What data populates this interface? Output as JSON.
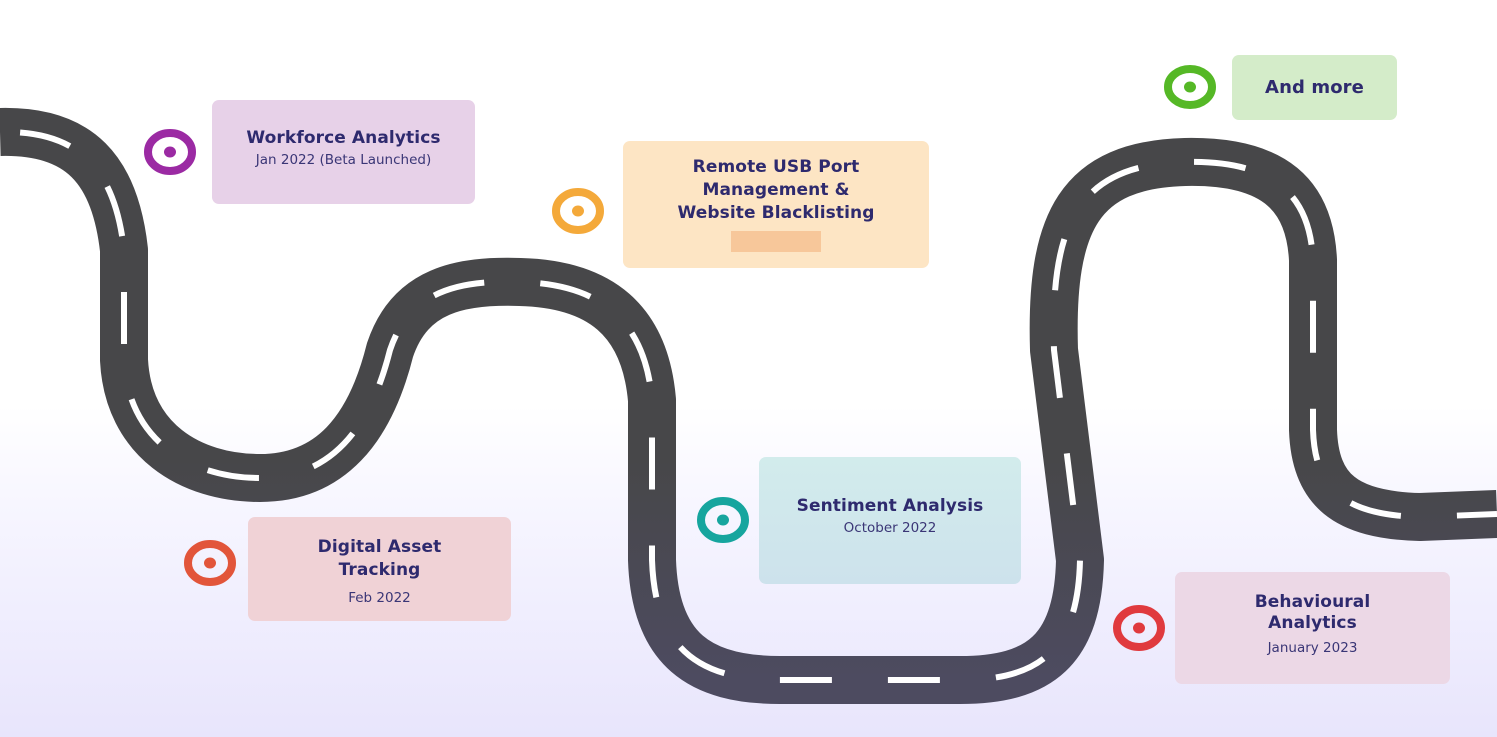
{
  "roadmap": {
    "colors": {
      "road": "#474749",
      "road_lower": "#4b4a5e",
      "lane_marking": "#ffffff",
      "text": "#2e2a6e"
    },
    "milestones": [
      {
        "id": "workforce",
        "title": "Workforce Analytics",
        "date": "Jan 2022 (Beta Launched)",
        "marker_color": "#9b2aa3",
        "card_color": "#e7d1e8",
        "icon": "target-icon"
      },
      {
        "id": "digital",
        "title": "Digital Asset Tracking",
        "title_lines": [
          "Digital Asset",
          "Tracking"
        ],
        "date": "Feb 2022",
        "marker_color": "#e2553a",
        "card_color": "#f0d2d6",
        "icon": "target-icon"
      },
      {
        "id": "usb",
        "title": "Remote USB Port Management & Website Blacklisting",
        "title_lines": [
          "Remote USB Port",
          "Management &",
          "Website Blacklisting"
        ],
        "date": "",
        "marker_color": "#f4a93a",
        "card_color": "#fde5c4",
        "icon": "target-icon"
      },
      {
        "id": "sentiment",
        "title": "Sentiment Analysis",
        "date": "October 2022",
        "marker_color": "#16a59e",
        "card_color": "#d0e8ec",
        "icon": "target-icon"
      },
      {
        "id": "behavioural",
        "title": "Behavioural Analytics",
        "title_lines": [
          "Behavioural",
          "Analytics"
        ],
        "date": "January 2023",
        "marker_color": "#e03a3e",
        "card_color": "#ecd8e6",
        "icon": "target-icon"
      },
      {
        "id": "more",
        "title": "And more",
        "date": "",
        "marker_color": "#55b826",
        "card_color": "#d4ecc9",
        "icon": "target-icon"
      }
    ]
  }
}
